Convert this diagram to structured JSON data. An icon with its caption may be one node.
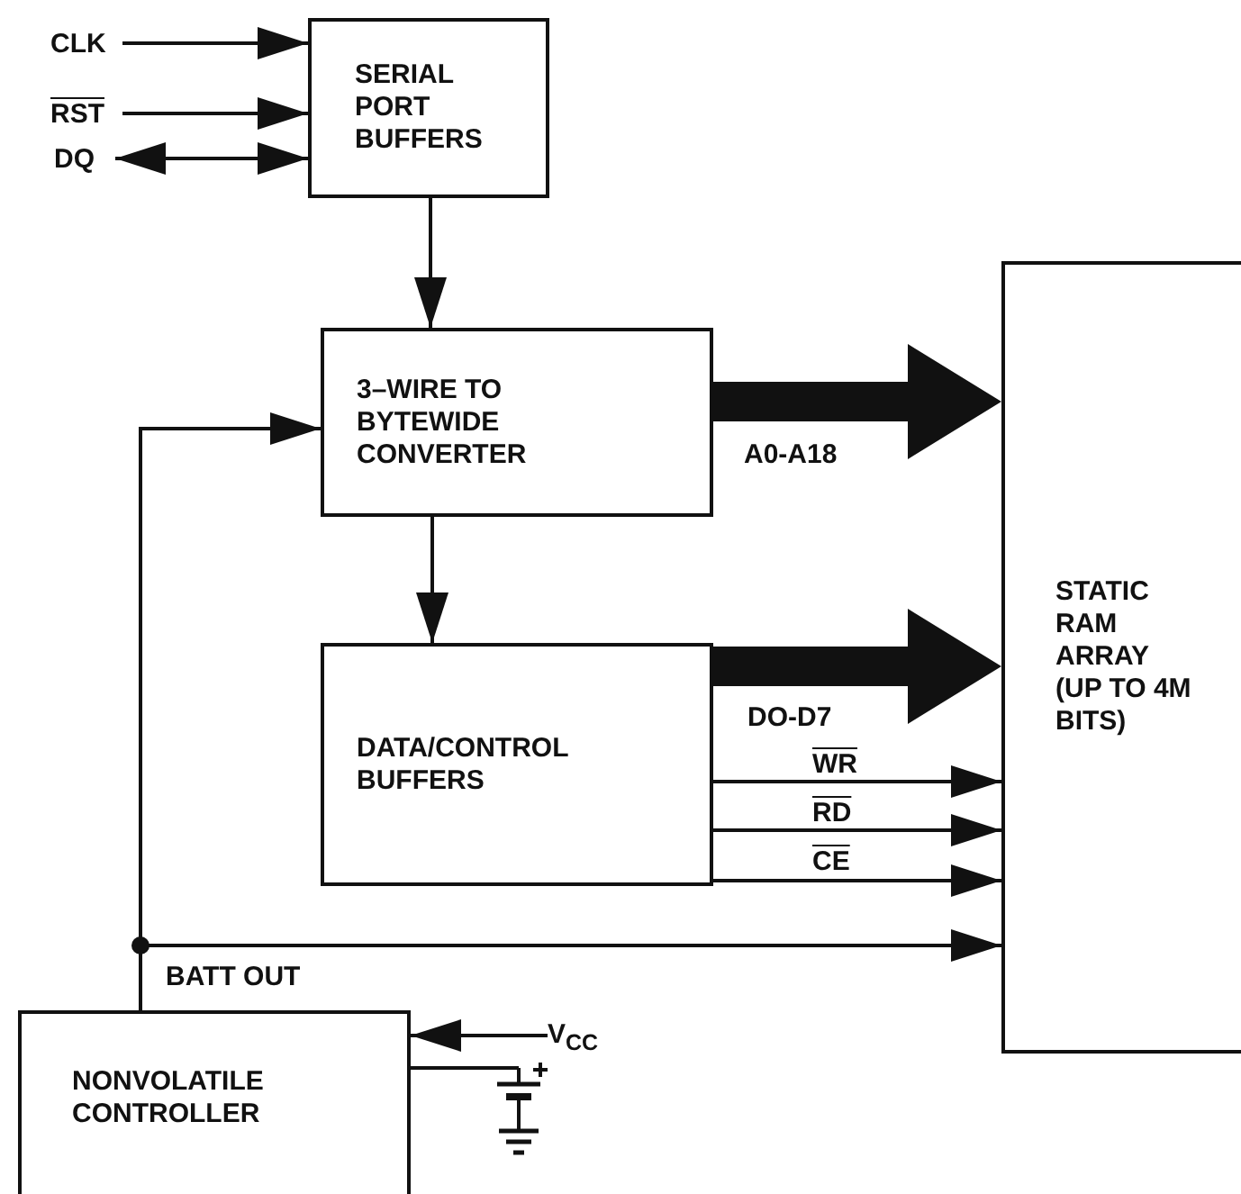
{
  "diagram": {
    "nodes": [
      {
        "text": [
          "CLK"
        ]
      },
      {
        "text": [
          "RST"
        ]
      },
      {
        "text": [
          "DQ"
        ]
      },
      {
        "text": [
          "SERIAL PORT BUFFERS"
        ]
      },
      {
        "text": [
          "3–WIRE TO BYTEWIDE CONVERTER"
        ]
      },
      {
        "text": [
          "DATA/CONTROL BUFFERS"
        ]
      },
      {
        "text": [
          "STATIC RAM ARRAY (UP TO 4M BITS)"
        ]
      },
      {
        "text": [
          "NONVOLATILE CONTROLLER"
        ]
      },
      {
        "text": [
          "V$_{CC}$"
        ]
      },
      {
        "text": [],
        "shape": "battery"
      }
    ],
    "edges": [
      {
        "from": 0,
        "to": 3,
        "arrow": "to"
      },
      {
        "from": 1,
        "to": 3,
        "arrow": "to"
      },
      {
        "from": 2,
        "to": 3,
        "arrow": "both"
      },
      {
        "from": 3,
        "to": 4,
        "arrow": "to"
      },
      {
        "from": 4,
        "to": 6,
        "arrow": "to",
        "label": "A0-A18",
        "style": "thick"
      },
      {
        "from": 4,
        "to": 5,
        "arrow": "to"
      },
      {
        "from": 5,
        "to": 6,
        "arrow": "to",
        "label": "DO-D7",
        "style": "thick"
      },
      {
        "from": 5,
        "to": 6,
        "arrow": "to",
        "label": "WR"
      },
      {
        "from": 5,
        "to": 6,
        "arrow": "to",
        "label": "RD"
      },
      {
        "from": 5,
        "to": 6,
        "arrow": "to",
        "label": "CE"
      },
      {
        "from": 7,
        "to": 6,
        "arrow": "to",
        "label": "BATT OUT"
      },
      {
        "from": 7,
        "to": 4,
        "arrow": "to"
      },
      {
        "from": 8,
        "to": 7,
        "arrow": "to"
      },
      {
        "from": 7,
        "to": 9,
        "arrow": "none"
      }
    ]
  }
}
